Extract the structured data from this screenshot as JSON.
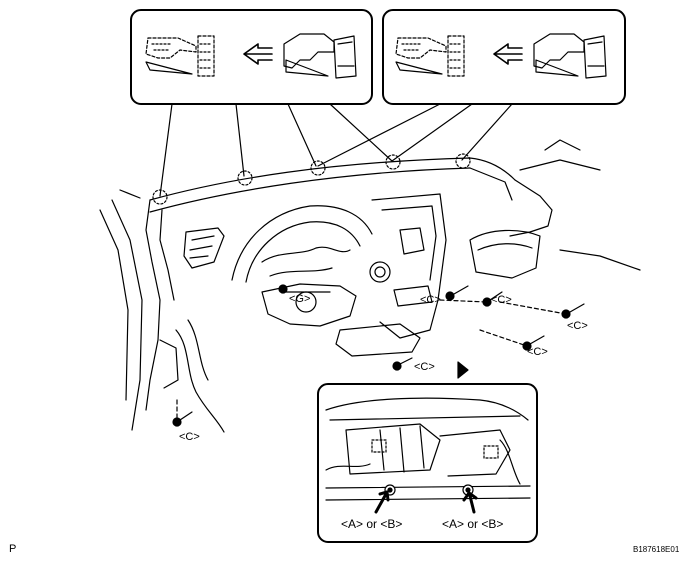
{
  "diagram": {
    "callout_labels": {
      "g": "<G>",
      "c_upper_left": "<C>",
      "c_upper_right": "<C>",
      "c_right": "<C>",
      "c_far_right": "<C>",
      "c_lower_center": "<C>",
      "c_lower_left": "<C>"
    },
    "inset_labels": {
      "left": "<A> or <B>",
      "right": "<A> or <B>"
    },
    "corner_mark": "P",
    "figure_code": "B187618E01"
  }
}
